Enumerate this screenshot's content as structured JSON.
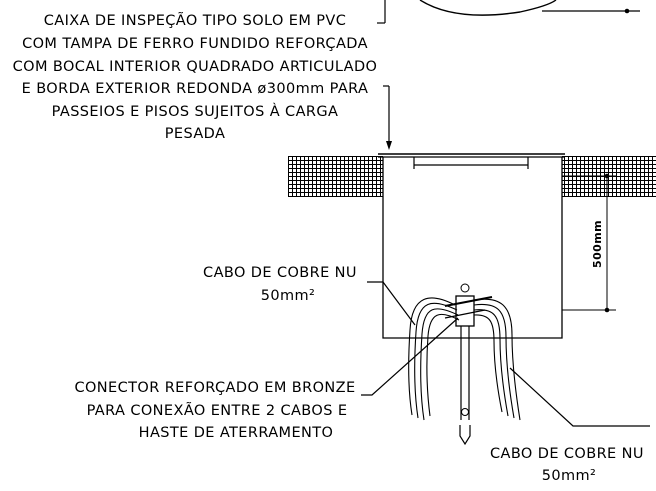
{
  "annotations": {
    "box_description": [
      "CAIXA DE INSPEÇÃO TIPO SOLO EM PVC",
      "COM TAMPA DE FERRO FUNDIDO REFORÇADA",
      "COM BOCAL INTERIOR QUADRADO ARTICULADO",
      "E BORDA EXTERIOR REDONDA ø300mm PARA",
      "PASSEIOS E PISOS SUJEITOS À CARGA",
      "PESADA"
    ],
    "cable_left": [
      "CABO DE COBRE NU",
      "50mm²"
    ],
    "connector": [
      "CONECTOR REFORÇADO EM BRONZE",
      "PARA CONEXÃO ENTRE 2 CABOS E",
      "HASTE DE ATERRAMENTO"
    ],
    "cable_right": [
      "CABO DE COBRE NU",
      "50mm²"
    ],
    "depth_dimension": "500mm"
  },
  "colors": {
    "line": "#000000",
    "background": "#ffffff"
  }
}
